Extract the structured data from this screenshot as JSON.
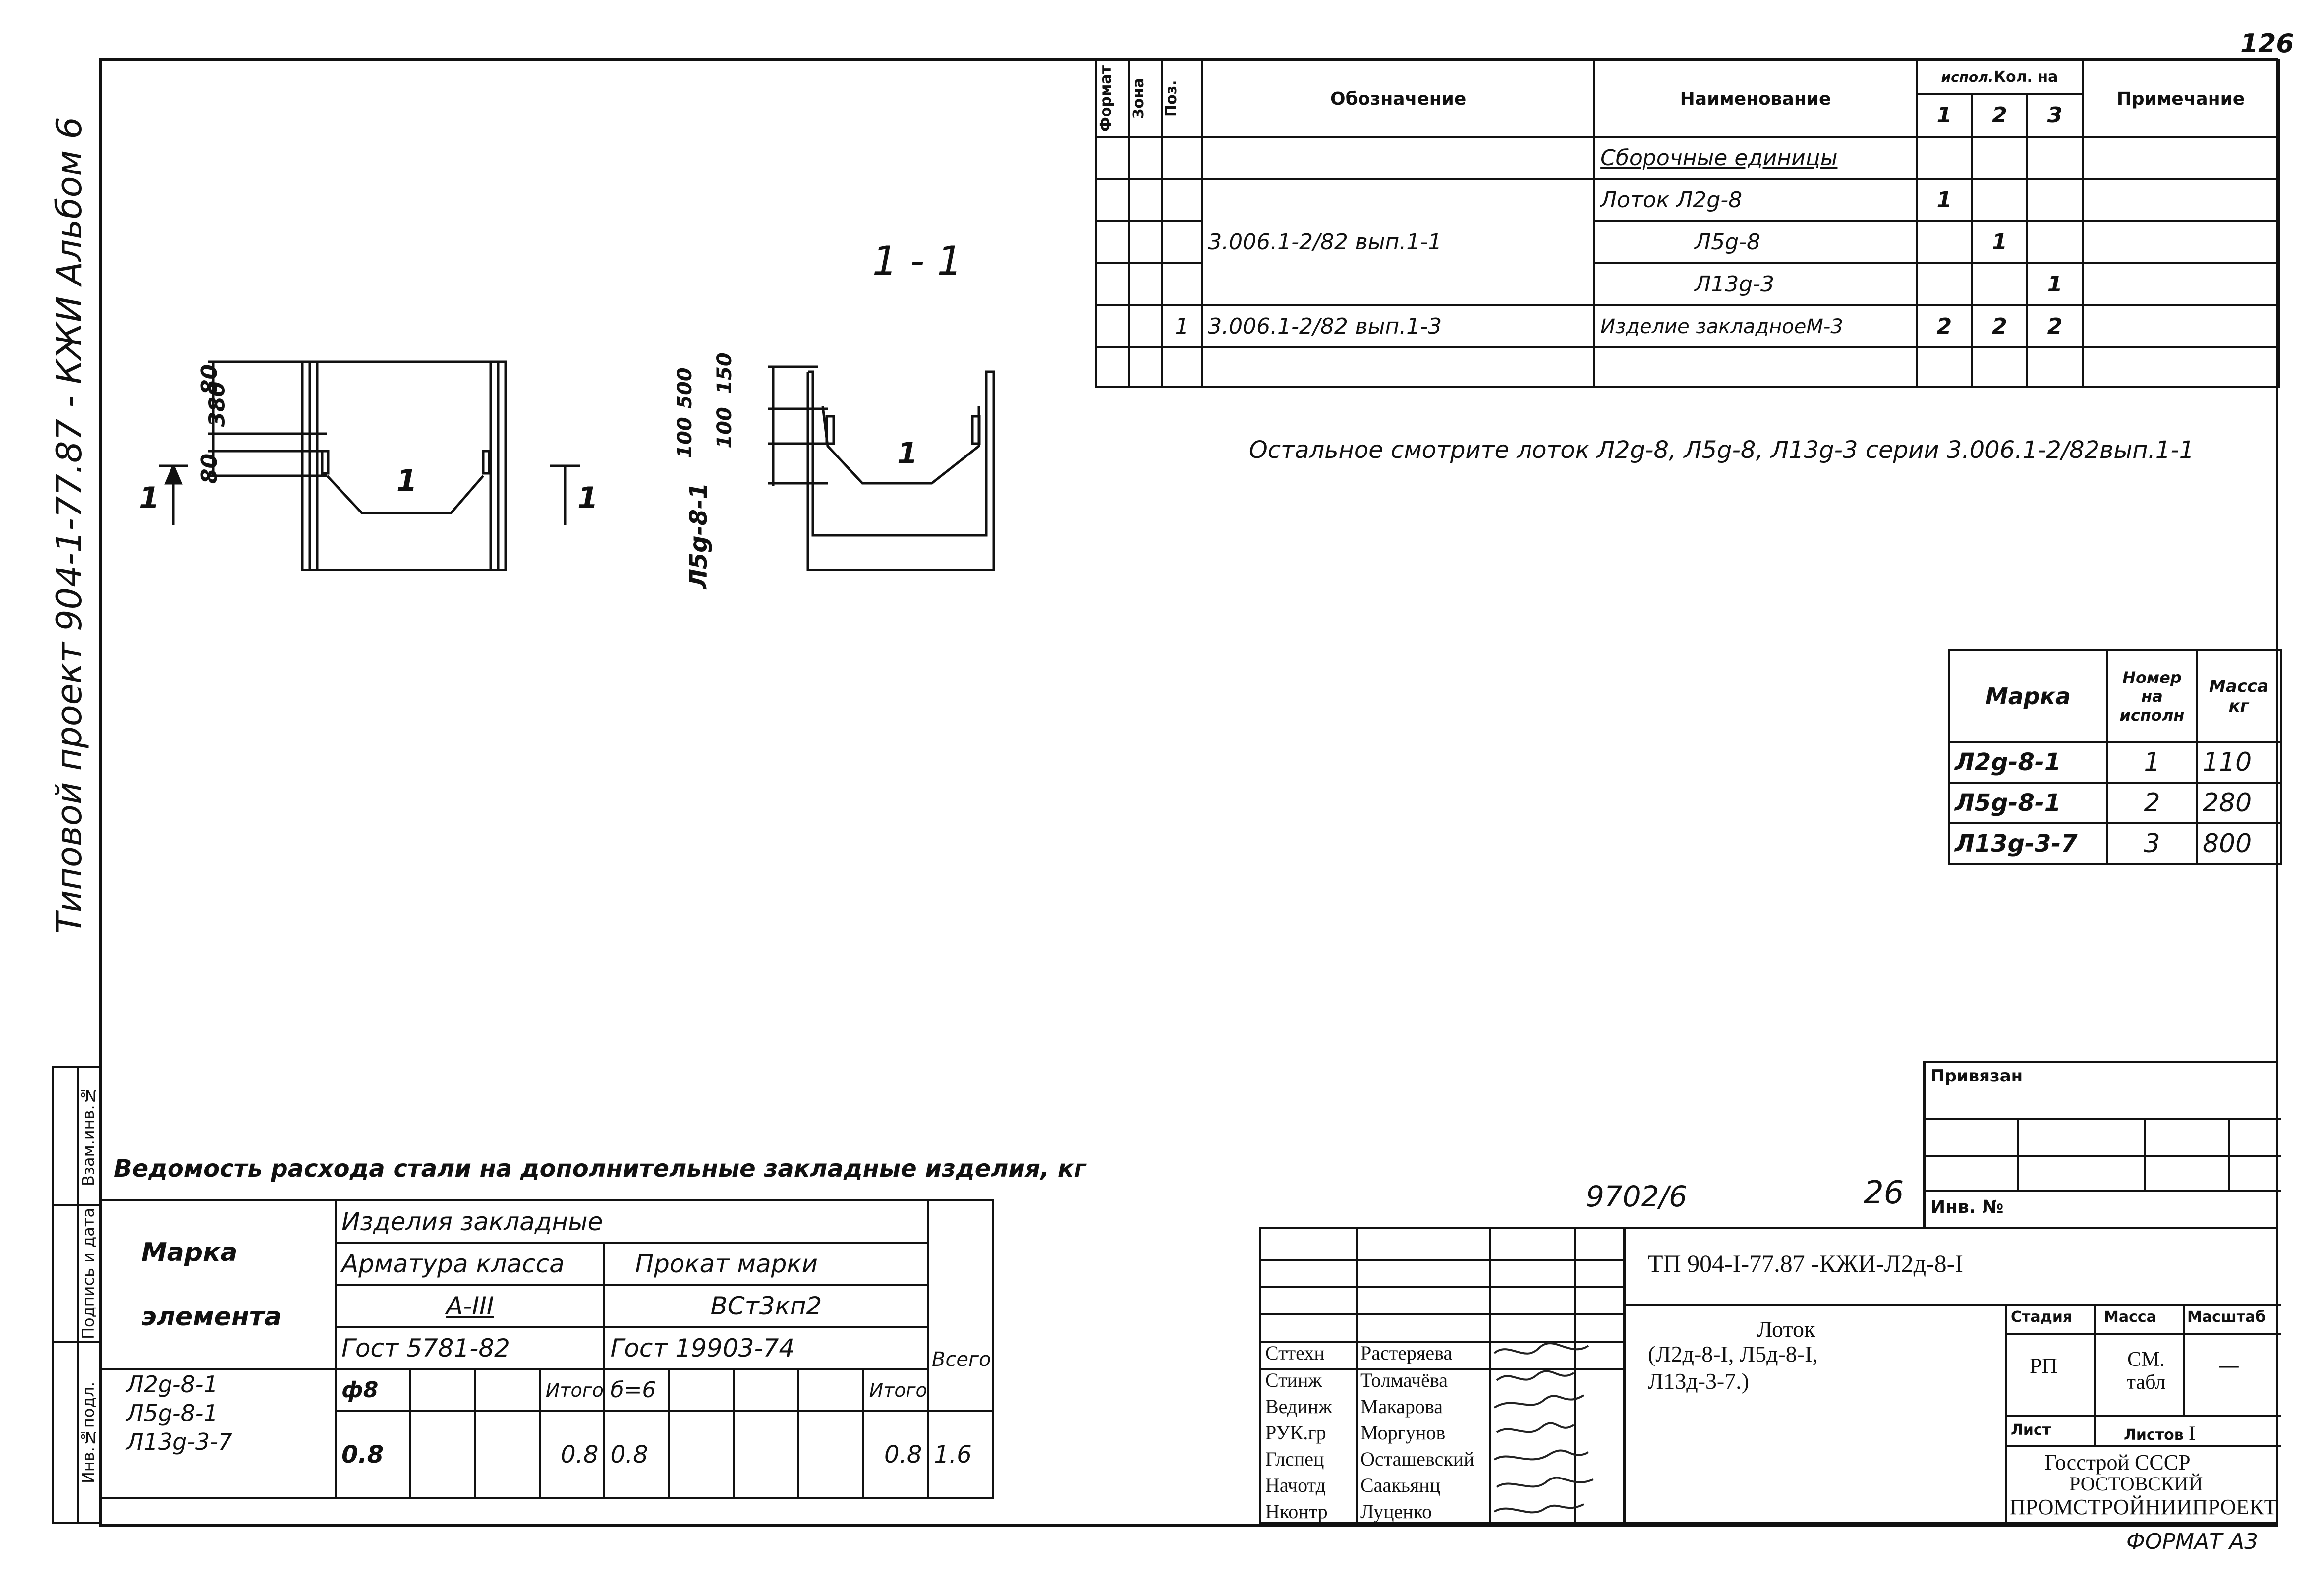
{
  "page_number": "126",
  "left_margin_title": "Типовой проект 904-1-77.87 - КЖИ Альбом 6",
  "side_stamp": [
    "Инв.№подл.",
    "Подпись и дата",
    "Взам.инв.№"
  ],
  "drawing": {
    "section_label": "1 - 1",
    "section_marker": "1",
    "leader_number": "1",
    "plan_dims": [
      "80",
      "380",
      "80"
    ],
    "section_dims": [
      "100",
      "500",
      "150",
      "100"
    ],
    "section_mark": "Л5g-8-1"
  },
  "spec_table": {
    "headers": {
      "format": "Формат",
      "zone": "Зона",
      "pos": "Поз.",
      "designation": "Обозначение",
      "name": "Наименование",
      "qty_prefix": "испол.",
      "qty": "Кол. на",
      "variants": [
        "1",
        "2",
        "3"
      ],
      "note": "Примечание"
    },
    "rows": [
      {
        "pos": "",
        "designation": "",
        "name": "Сборочные единицы",
        "q": [
          "",
          "",
          ""
        ]
      },
      {
        "pos": "",
        "designation": "",
        "name": "Лоток Л2g-8",
        "q": [
          "1",
          "",
          ""
        ]
      },
      {
        "pos": "",
        "designation": "3.006.1-2/82 вып.1-1",
        "name": "Л5g-8",
        "q": [
          "",
          "1",
          ""
        ]
      },
      {
        "pos": "",
        "designation": "",
        "name": "Л13g-3",
        "q": [
          "",
          "",
          "1"
        ]
      },
      {
        "pos": "1",
        "designation": "3.006.1-2/82 вып.1-3",
        "name": "Изделие закладноеМ-3",
        "q": [
          "2",
          "2",
          "2"
        ]
      }
    ]
  },
  "note_text": "Остальное смотрите лоток Л2g-8, Л5g-8, Л13g-3 серии 3.006.1-2/82вып.1-1",
  "mass_table": {
    "headers": [
      "Марка",
      "Номер на исполн",
      "Масса кг"
    ],
    "rows": [
      [
        "Л2g-8-1",
        "1",
        "110"
      ],
      [
        "Л5g-8-1",
        "2",
        "280"
      ],
      [
        "Л13g-3-7",
        "3",
        "800"
      ]
    ]
  },
  "steel_table": {
    "title": "Ведомость расхода стали на дополнительные закладные изделия, кг",
    "mark_header": [
      "Марка",
      "элемента"
    ],
    "group": "Изделия закладные",
    "armature": "Арматура класса",
    "armature_class": "А-III",
    "armature_gost": "Гост 5781-82",
    "rolled": "Прокат марки",
    "rolled_grade": "ВСт3кп2",
    "rolled_gost": "Гост 19903-74",
    "total": "Всего",
    "sub_cols": [
      "ф8",
      "Итого",
      "б=6",
      "Итого"
    ],
    "marks": [
      "Л2g-8-1",
      "Л5g-8-1",
      "Л13g-3-7"
    ],
    "values": {
      "a8": "0.8",
      "a_total": "0.8",
      "b6": "0.8",
      "b_total": "0.8",
      "grand": "1.6"
    }
  },
  "title_block": {
    "privyazan": "Привязан",
    "inv_no": "Инв. №",
    "archive_no": "9702/6",
    "sheet_mark": "26",
    "designation": "ТП 904-I-77.87 -КЖИ-Л2д-8-I",
    "name_lines": [
      "Лоток",
      "(Л2д-8-I, Л5д-8-I,",
      "Л13д-3-7.)"
    ],
    "stage_h": "Стадия",
    "mass_h": "Масса",
    "scale_h": "Масштаб",
    "stage": "РП",
    "mass": "СМ. табл",
    "scale": "—",
    "sheet_h": "Лист",
    "sheets_h": "Листов",
    "sheets": "I",
    "org": [
      "Госстрой СССР",
      "РОСТОВСКИЙ",
      "ПРОМСТРОЙНИИПРОЕКТ"
    ],
    "people": [
      [
        "Сттехн",
        "Растеряева"
      ],
      [
        "Стинж",
        "Толмачёва"
      ],
      [
        "Вединж",
        "Макарова"
      ],
      [
        "РУК.гр",
        "Моргунов"
      ],
      [
        "Глспец",
        "Осташевский"
      ],
      [
        "Начотд",
        "Саакьянц"
      ],
      [
        "Нконтр",
        "Луценко"
      ]
    ]
  },
  "format_label": "ФОРМАТ А3"
}
